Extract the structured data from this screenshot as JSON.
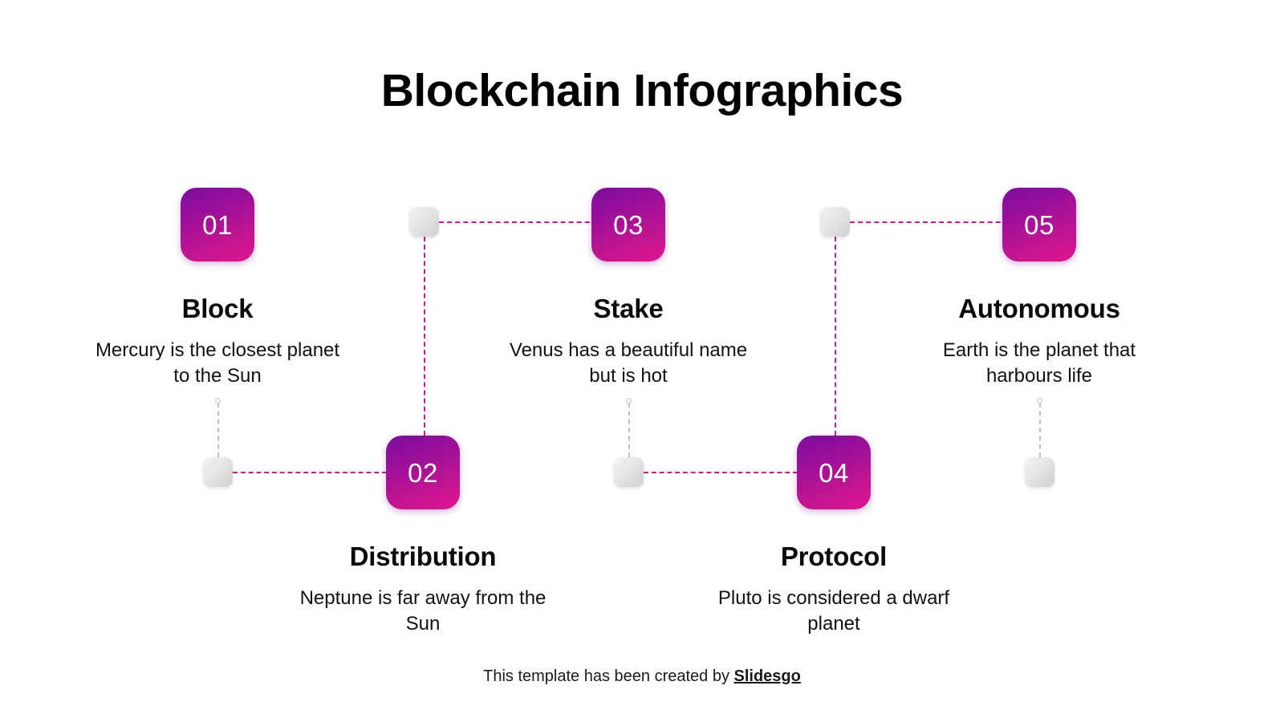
{
  "slide": {
    "title": "Blockchain Infographics",
    "background_color": "#FFFFFF"
  },
  "theme": {
    "gradient_start": "#7A0D9E",
    "gradient_end": "#E21490",
    "connector_color": "#CE1B8C",
    "node_grey": "#E6E6E6",
    "text_color": "#0A0A0A"
  },
  "steps": [
    {
      "number": "01",
      "title": "Block",
      "description": "Mercury is the closest planet to the Sun",
      "row": "top"
    },
    {
      "number": "02",
      "title": "Distribution",
      "description": "Neptune is far away from the Sun",
      "row": "bottom"
    },
    {
      "number": "03",
      "title": "Stake",
      "description": "Venus has a beautiful name but is hot",
      "row": "top"
    },
    {
      "number": "04",
      "title": "Protocol",
      "description": "Pluto is considered a dwarf planet",
      "row": "bottom"
    },
    {
      "number": "05",
      "title": "Autonomous",
      "description": "Earth is the planet that harbours life",
      "row": "top"
    }
  ],
  "footer": {
    "text_before": "This template has been created by ",
    "brand": "Slidesgo"
  }
}
